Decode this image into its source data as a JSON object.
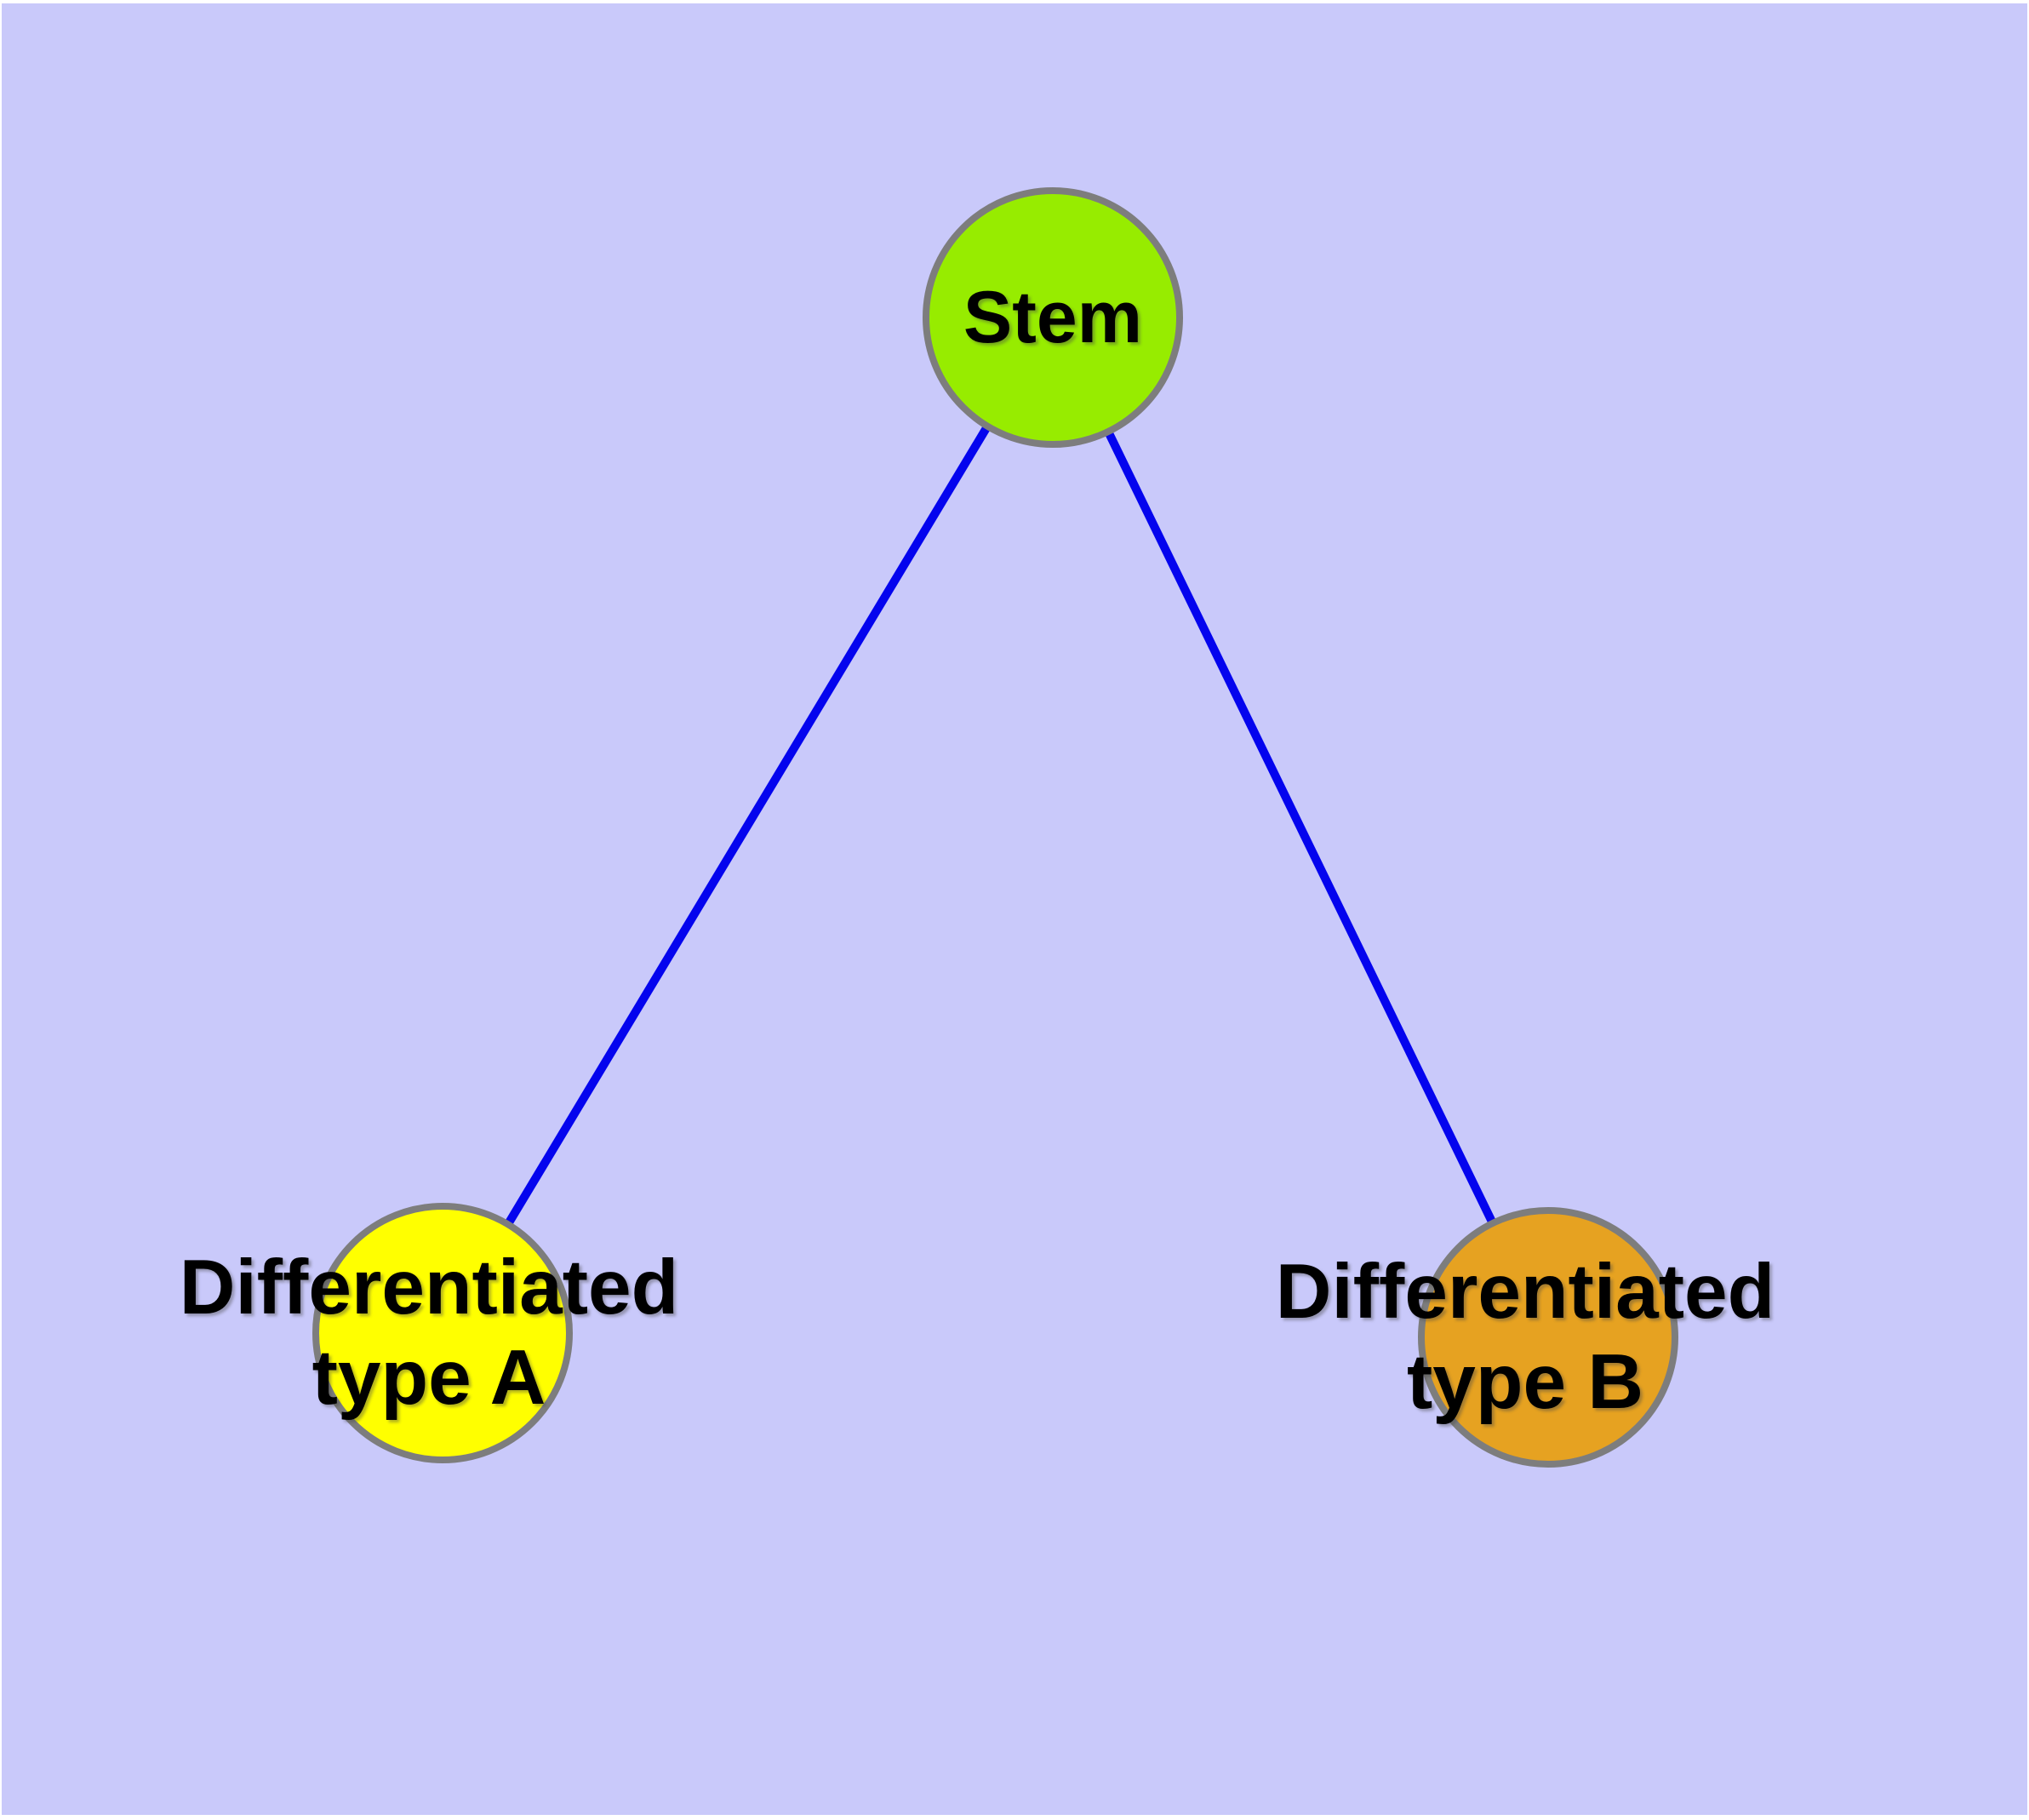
{
  "diagram": {
    "background_color": "#c9c9fa",
    "edge_color": "#0404ee",
    "node_border_color": "#7d7d7d",
    "nodes": [
      {
        "id": "stem",
        "label": "Stem",
        "fill": "#97ec00"
      },
      {
        "id": "differentiated-type-a",
        "label": "Differentiated\ntype A",
        "fill": "#ffff00"
      },
      {
        "id": "differentiated-type-b",
        "label": "Differentiated\ntype B",
        "fill": "#e6a221"
      }
    ],
    "edges": [
      {
        "from": "stem",
        "to": "differentiated-type-a"
      },
      {
        "from": "stem",
        "to": "differentiated-type-b"
      }
    ]
  }
}
